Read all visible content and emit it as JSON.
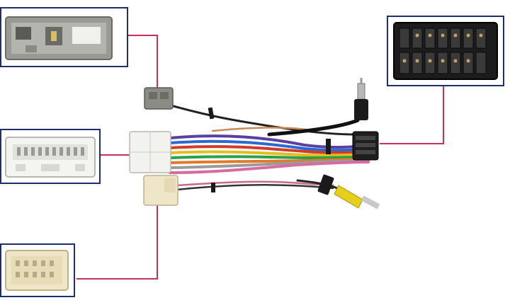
{
  "image": {
    "description_visible_text": "",
    "colors": {
      "frame_border": "#1f2f6e",
      "leader_line": "#c8325a",
      "background": "#ffffff",
      "connector_grey": "#8c8c86",
      "connector_white": "#f2f2ee",
      "connector_cream": "#efe6c8",
      "connector_black": "#1e1e1e",
      "rca_yellow": "#e6cf1a"
    },
    "insets": [
      {
        "name": "grey-connector-closeup"
      },
      {
        "name": "white-connector-closeup"
      },
      {
        "name": "cream-connector-closeup"
      },
      {
        "name": "black-iso-connector-closeup"
      }
    ]
  }
}
